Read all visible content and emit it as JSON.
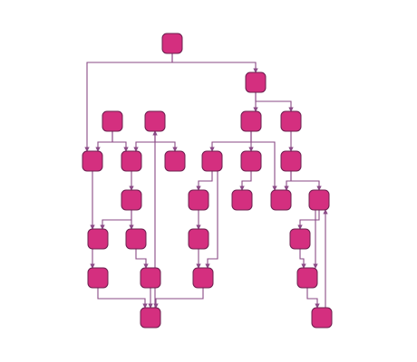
{
  "diagram": {
    "type": "flowchart",
    "node_fill": "#d42f7f",
    "node_stroke": "#6b1f4e",
    "edge_color": "#8a4a86",
    "node_labels": "none",
    "nodes": [
      "n1",
      "n2",
      "n3",
      "n4",
      "n5",
      "n6",
      "n7",
      "n8",
      "n9",
      "n10",
      "n11",
      "n12",
      "n13",
      "n14",
      "n15",
      "n16",
      "n17",
      "n18",
      "n19",
      "n20",
      "n21",
      "n22",
      "n23",
      "n24",
      "n25",
      "n26",
      "n27"
    ],
    "edges": [
      [
        "n1",
        "n2"
      ],
      [
        "n1",
        "n6"
      ],
      [
        "n2",
        "n3"
      ],
      [
        "n2",
        "n4"
      ],
      [
        "n3",
        "n7"
      ],
      [
        "n3",
        "n8"
      ],
      [
        "n3",
        "n9"
      ],
      [
        "n4",
        "n10"
      ],
      [
        "n5",
        "n6"
      ],
      [
        "n5",
        "n11"
      ],
      [
        "n11",
        "n13"
      ],
      [
        "n11",
        "n14"
      ],
      [
        "n6",
        "n15"
      ],
      [
        "n6",
        "n16"
      ],
      [
        "n7",
        "n17"
      ],
      [
        "n7",
        "n18"
      ],
      [
        "n8",
        "n9"
      ],
      [
        "n10",
        "n9"
      ],
      [
        "n10",
        "n19"
      ],
      [
        "n13",
        "n20"
      ],
      [
        "n15",
        "n21"
      ],
      [
        "n17",
        "n22"
      ],
      [
        "n18",
        "n23"
      ],
      [
        "n19",
        "n24"
      ],
      [
        "n19",
        "n25"
      ],
      [
        "n20",
        "n26"
      ],
      [
        "n21",
        "n26"
      ],
      [
        "n22",
        "n26"
      ],
      [
        "n23",
        "n26"
      ],
      [
        "n24",
        "n25"
      ],
      [
        "n25",
        "n27"
      ],
      [
        "n27",
        "n19"
      ],
      [
        "n22",
        "n12"
      ]
    ]
  }
}
